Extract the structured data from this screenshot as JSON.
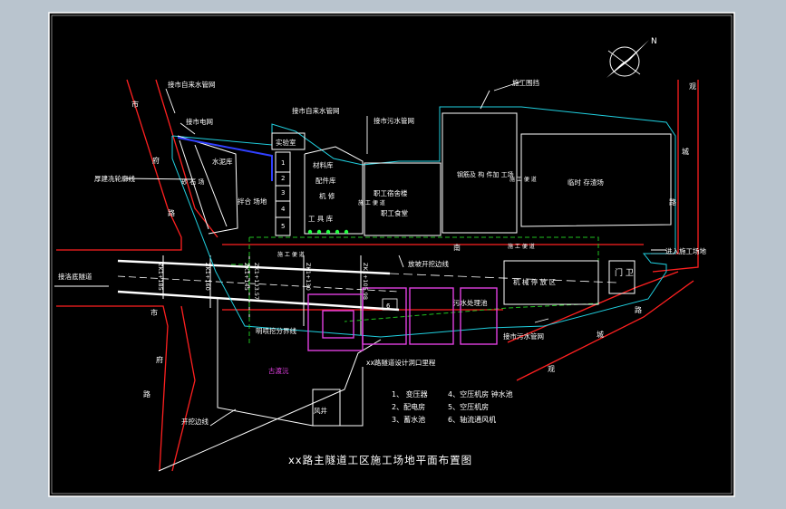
{
  "title": "xx路主隧道工区施工场地平面布置图",
  "north": "N",
  "roads": {
    "left_top": "市",
    "left_mid1": "府",
    "left_mid2": "路",
    "left_bot1": "市",
    "left_bot2": "府",
    "left_bot3": "路",
    "right_top": "观",
    "right_mid1": "城",
    "right_mid2": "路",
    "bot_right1": "观",
    "bot_right2": "城",
    "bot_right3": "路",
    "south_road": "南"
  },
  "labels": {
    "water_net_1": "接市自来水管网",
    "power_net": "接市电网",
    "water_net_2": "接市自来水管网",
    "sewage_net_top": "接市污水管网",
    "fence": "施工围挡",
    "wheel_wash": "厚建冼轮廓线",
    "lab": "实验室",
    "material": "材料库",
    "parts": "配件库",
    "machine_repair": "机 修",
    "tool": "工 具 库",
    "gate_guard": "门卫",
    "dorm": "职工宿舍楼",
    "canteen": "职工食堂",
    "steel": "钢筋及 构 件加 工场",
    "temp_storage": "临时 存渣场",
    "cement_store": "水泥库",
    "sand_stone": "砂 石 场",
    "mixer": "拌合 场地",
    "constr_road_1": "施 工 便 道",
    "constr_road_2": "施 工 便 道",
    "constr_road_3": "施 工 便 道",
    "south_road_text": "施 工 便 道",
    "slope_line": "放坡开挖边线",
    "connect_tunnel": "接洛底隧道",
    "spray": "明喷挖分界线",
    "mech_parking": "机 械 停 放 区",
    "gate": "门 卫",
    "sewage_pool": "污水处理池",
    "sewage_net_bot": "接市污水管网",
    "enter_site": "进入施工场地",
    "old_water": "古渡沅",
    "tunnel_entry": "xx路隧道设计洞口里程",
    "pit_line": "开挖边线",
    "shaft": "风井",
    "box6": "6"
  },
  "stations": [
    "ZK1+185",
    "ZK1+160",
    "ZK1+145",
    "ZK1+133.57",
    "ZK1+130",
    "ZK1+105.98"
  ],
  "legend": [
    "1、 变压器",
    "4、空压机房 钟水池",
    "2、配电房",
    "5、空压机房",
    "3、蓄水池",
    "6、轴流通风机"
  ],
  "numbered_boxes": [
    "1",
    "2",
    "3",
    "4",
    "5"
  ],
  "colors": {
    "background": "#000000",
    "border": "#ffffff",
    "road": "#ff2020",
    "fence": "#20d0e0",
    "construction_road": "#20c020",
    "magenta": "#e040e0",
    "power": "#3040ff",
    "text": "#ffffff"
  }
}
